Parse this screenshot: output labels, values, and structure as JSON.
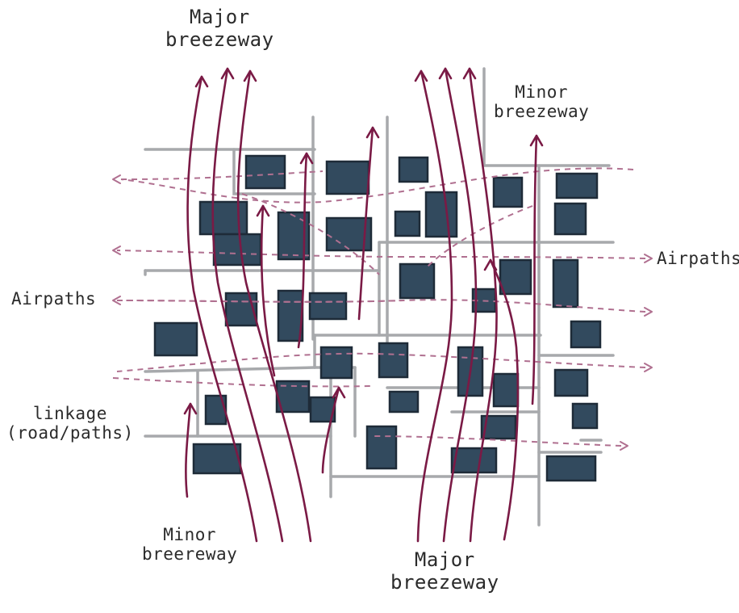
{
  "labels": {
    "major_top": [
      "Major",
      "breezeway"
    ],
    "minor_top": [
      "Minor",
      "breezeway"
    ],
    "airpaths_right": "Airpaths",
    "airpaths_left": "Airpaths",
    "linkage": [
      "linkage",
      "(road/paths)"
    ],
    "minor_bottom": [
      "Minor",
      "breereway"
    ],
    "major_bottom": [
      "Major",
      "breezeway"
    ]
  },
  "colors": {
    "road": "#a7a9ac",
    "building": "#324a5e",
    "breezeway": "#7a1a45",
    "airpath": "#b07090",
    "text": "#2b2b2b"
  },
  "icons": {
    "building": "hatched-block",
    "breezeway": "solid-arrow",
    "airpath": "dashed-arrow"
  }
}
